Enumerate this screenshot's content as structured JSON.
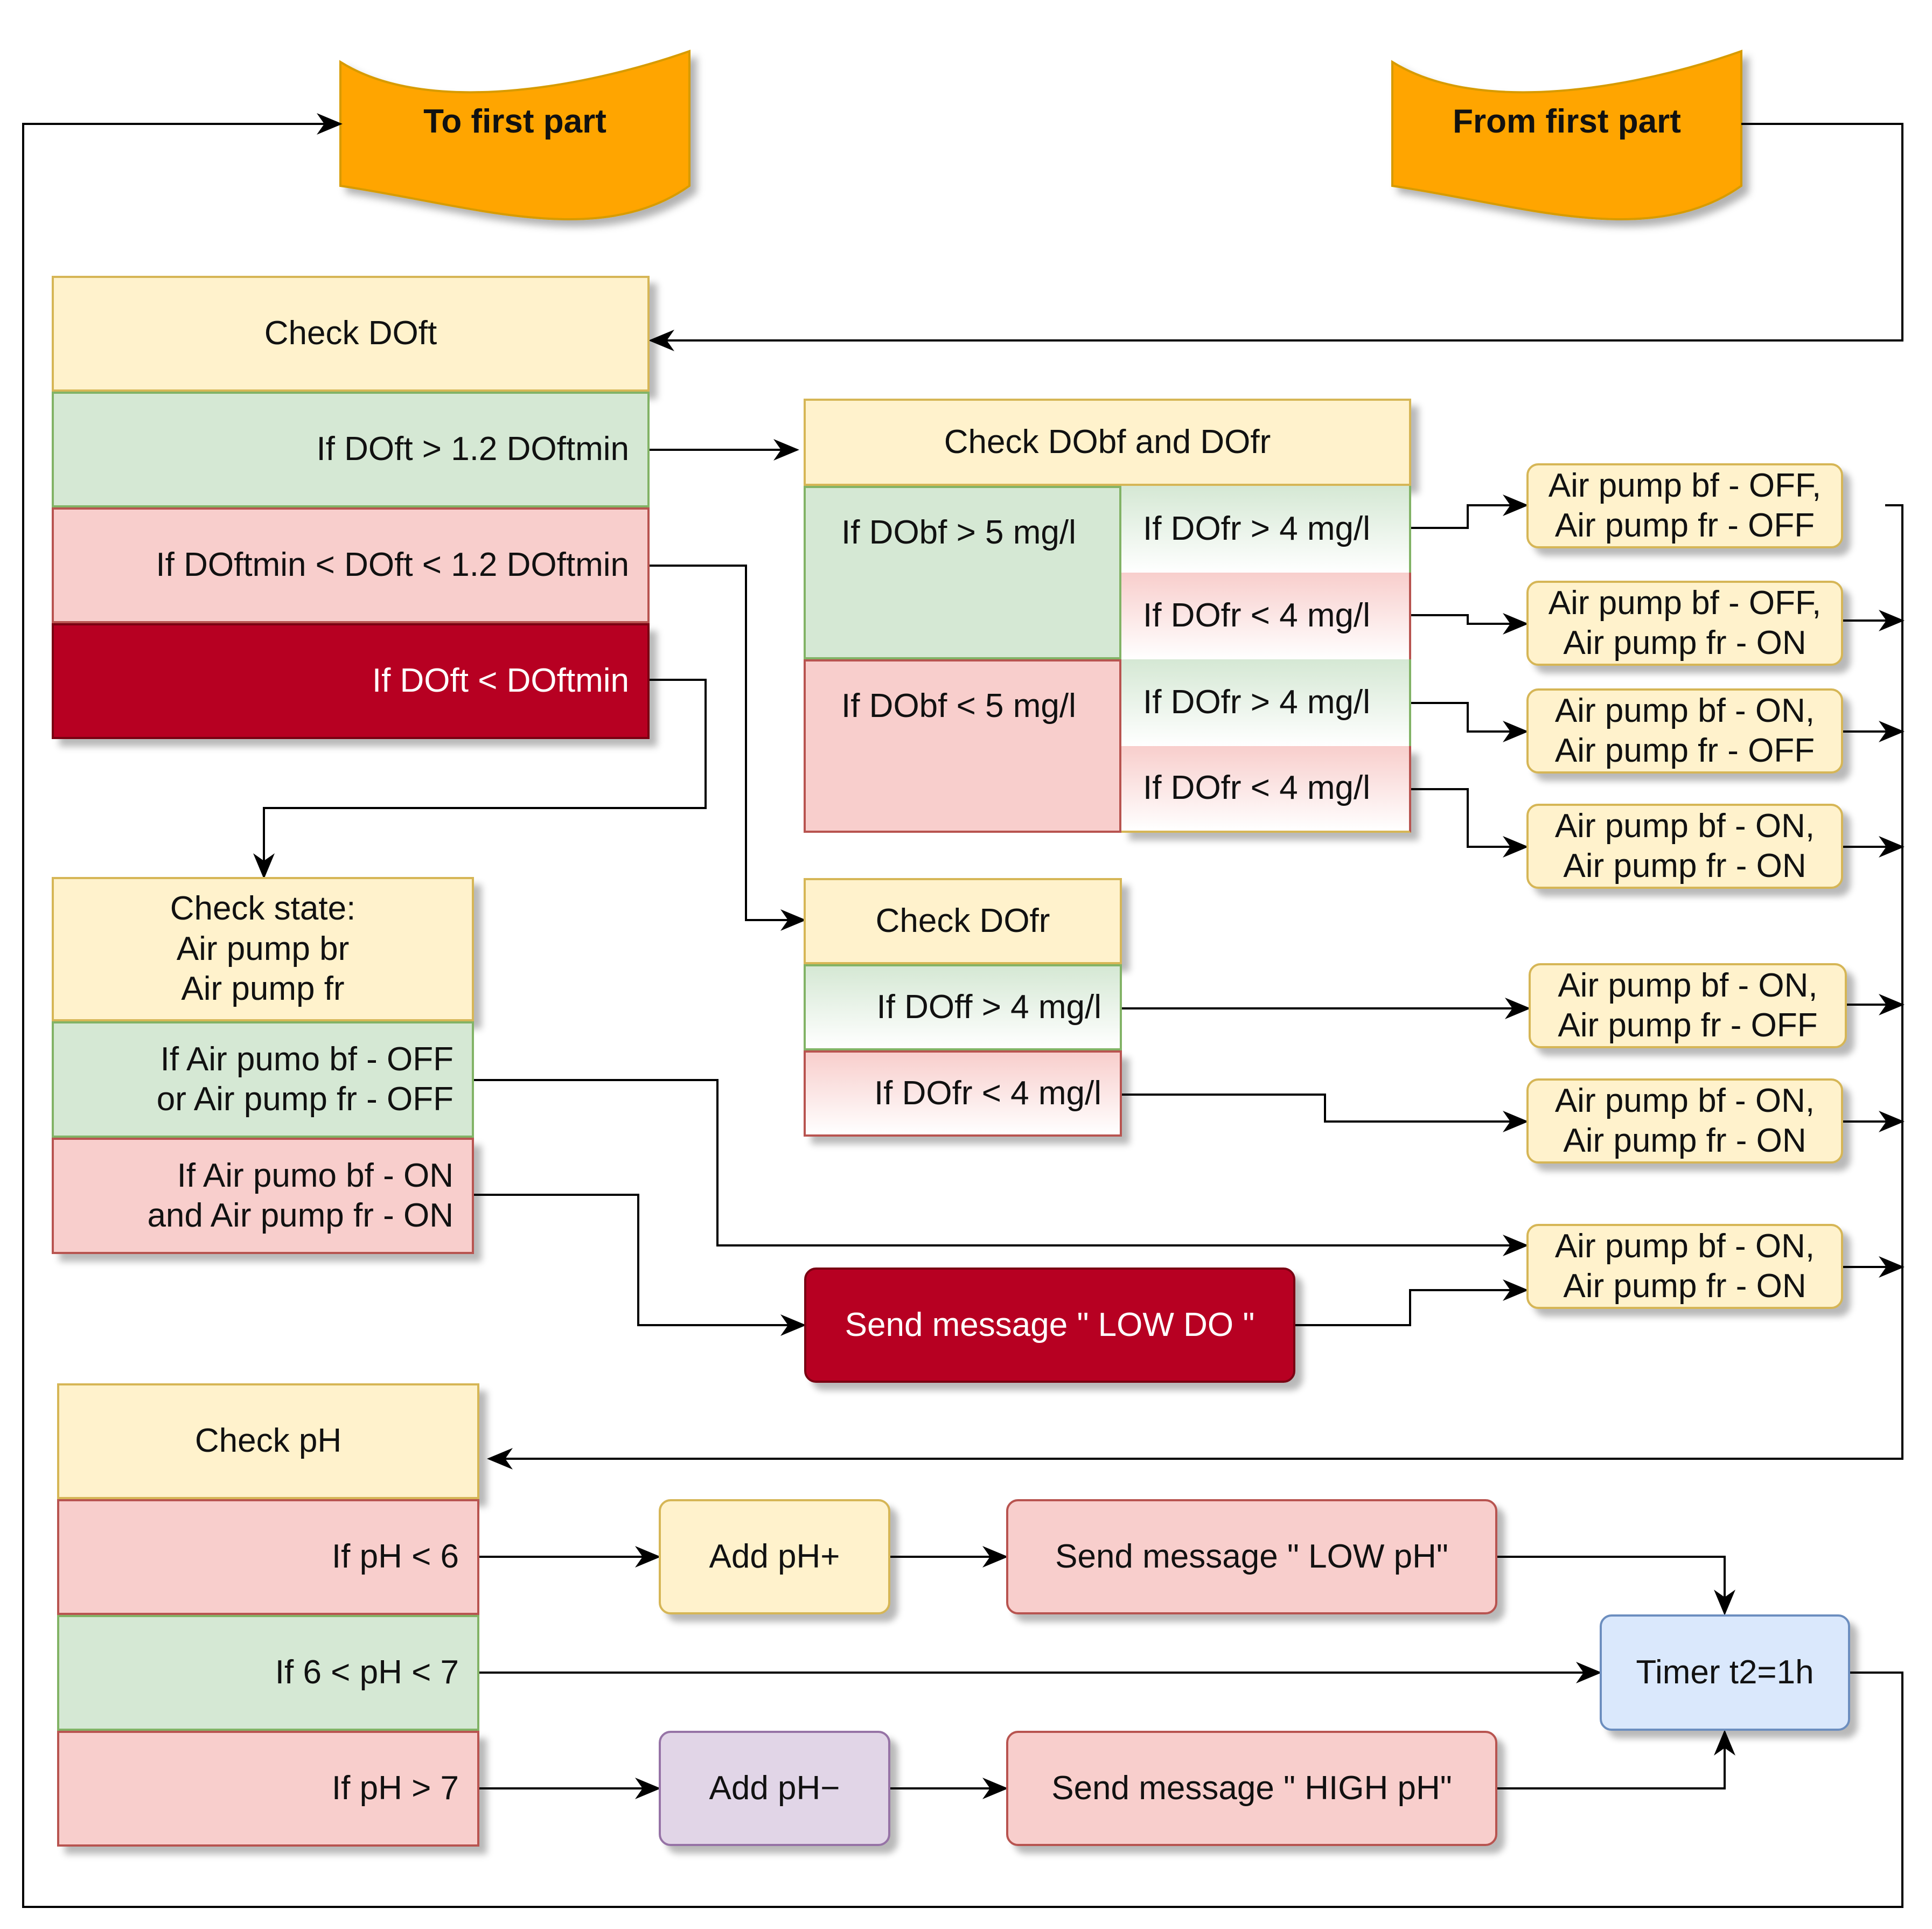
{
  "offpage": {
    "to_first": "To first part",
    "from_first": "From first part"
  },
  "check_doft": {
    "title": "Check DOft",
    "rows": [
      "If DOft > 1.2 DOftmin",
      "If DOftmin < DOft < 1.2 DOftmin",
      "If DOft < DOftmin"
    ]
  },
  "check_dobf": {
    "title": "Check DObf and DOfr",
    "bf_high": "If DObf > 5 mg/l",
    "bf_low": "If DObf < 5 mg/l",
    "fr_high_1": "If DOfr > 4 mg/l",
    "fr_low_1": "If DOfr < 4 mg/l",
    "fr_high_2": "If DOfr > 4 mg/l",
    "fr_low_2": "If DOfr < 4 mg/l"
  },
  "pump_results_a": [
    "Air pump bf - OFF,\nAir pump fr - OFF",
    "Air pump bf - OFF,\nAir pump fr - ON",
    "Air pump bf - ON,\nAir pump fr - OFF",
    "Air pump bf - ON,\nAir pump fr - ON"
  ],
  "check_dofr": {
    "title": "Check DOfr",
    "rows": [
      "If DOff > 4 mg/l",
      "If DOfr < 4 mg/l"
    ]
  },
  "pump_results_b": [
    "Air pump bf - ON,\nAir pump fr - OFF",
    "Air pump bf - ON,\nAir pump fr - ON",
    "Air pump bf - ON,\nAir pump fr - ON"
  ],
  "check_state": {
    "title": "Check state:\nAir pump br\nAir pump fr",
    "rows": [
      "If Air pumo bf  - OFF\nor Air pump fr - OFF",
      "If Air pumo bf  - ON\nand Air pump fr - ON"
    ]
  },
  "low_do_message": "Send message \" LOW  DO \"",
  "check_ph": {
    "title": "Check pH",
    "rows": [
      "If pH < 6",
      "If 6 < pH < 7",
      "If  pH > 7"
    ]
  },
  "add_ph_plus": "Add pH+",
  "add_ph_minus": "Add pH−",
  "low_ph_message": "Send message \" LOW pH\"",
  "high_ph_message": "Send message \" HIGH pH\"",
  "timer": "Timer t2=1h",
  "colors": {
    "header_fill": "#fff2cc",
    "green_fill": "#d5e8d4",
    "red_fill": "#f8cecc",
    "dark_red_fill": "#b70022",
    "purple_fill": "#e1d5e7",
    "blue_fill": "#dae8fc",
    "offpage_fill": "#ffa500"
  }
}
